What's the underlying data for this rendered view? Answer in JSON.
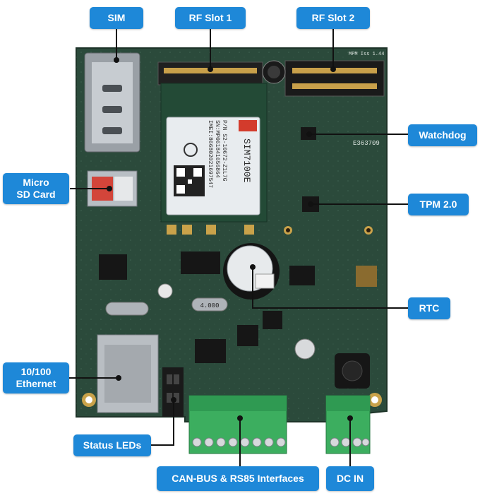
{
  "labels": {
    "sim": "SIM",
    "rf_slot_1": "RF Slot 1",
    "rf_slot_2": "RF Slot 2",
    "watchdog": "Watchdog",
    "micro_sd": "Micro\nSD Card",
    "tpm": "TPM 2.0",
    "rtc": "RTC",
    "ethernet": "10/100\nEthernet",
    "status_leds": "Status LEDs",
    "canbus": "CAN-BUS & RS85 Interfaces",
    "dc_in": "DC IN"
  },
  "board_text": {
    "module_name": "SIM7100E",
    "module_pn": "P/N S2-10672-Z1L7G",
    "module_sn": "SN:MP061841656864",
    "module_imei": "IMEI:866802021697547",
    "crystal": "4.000",
    "board_id": "E363709",
    "rev": "MPM Iss 1.44"
  },
  "colors": {
    "callout": "#1e88d8",
    "pcb": "#2b4a3b",
    "terminal": "#3cae5f",
    "line": "#111111"
  }
}
